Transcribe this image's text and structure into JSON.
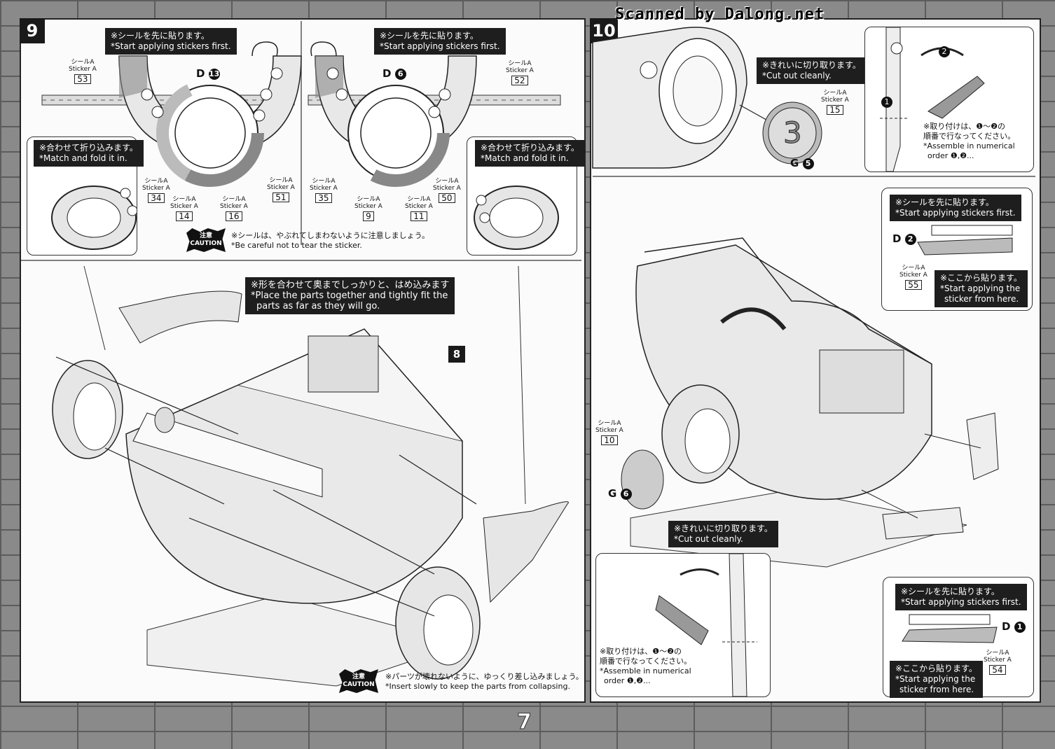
{
  "banner": "Scanned by Dalong.net",
  "page_number": "7",
  "step9": {
    "number": "9",
    "left_callout": {
      "jp": "※シールを先に貼ります。",
      "en": "*Start applying stickers first."
    },
    "right_callout": {
      "jp": "※シールを先に貼ります。",
      "en": "*Start applying stickers first."
    },
    "left_part": "D",
    "left_part_num": "13",
    "right_part": "D",
    "right_part_num": "6",
    "sticker_jp": "シールA",
    "sticker_en": "Sticker A",
    "stickers_left": [
      "53",
      "34",
      "14",
      "16",
      "51"
    ],
    "stickers_right": [
      "52",
      "35",
      "9",
      "11",
      "50"
    ],
    "fold_left": {
      "jp": "※合わせて折り込みます。",
      "en": "*Match and fold it in."
    },
    "fold_right": {
      "jp": "※合わせて折り込みます。",
      "en": "*Match and fold it in."
    },
    "caution_jp": "注意",
    "caution_en": "CAUTION",
    "caution1": {
      "jp": "※シールは、やぶれてしまわないように注意しましょう。",
      "en": "*Be careful not to tear the sticker."
    },
    "fit_callout": {
      "jp": "※形を合わせて奥までしっかりと、はめ込みます",
      "en1": "*Place the parts together and tightly fit the",
      "en2": "parts as far as they will go."
    },
    "sub_step": "8",
    "caution2": {
      "jp": "※パーツが壊れないように、ゆっくり差し込みましょう。",
      "en": "*Insert slowly to keep the parts from collapsing."
    }
  },
  "step10": {
    "number": "10",
    "cut1": {
      "jp": "※きれいに切り取ります。",
      "en": "*Cut out cleanly."
    },
    "sticker15": "15",
    "g_part": "G",
    "g_num": "5",
    "assemble1": {
      "jp1": "※取り付けは、❶～❷の",
      "jp2": "順番で行なってください。",
      "en1": "*Assemble in numerical",
      "en2": "order ❶,❷..."
    },
    "callout_d2": {
      "jp": "※シールを先に貼ります。",
      "en": "*Start applying stickers first."
    },
    "d2_part": "D",
    "d2_num": "2",
    "sticker55": "55",
    "start_here1": {
      "jp": "※ここから貼ります。",
      "en1": "*Start applying the",
      "en2": "sticker from here."
    },
    "sticker10": "10",
    "g6_part": "G",
    "g6_num": "6",
    "cut2": {
      "jp": "※きれいに切り取ります。",
      "en": "*Cut out cleanly."
    },
    "assemble2": {
      "jp1": "※取り付けは、❶～❷の",
      "jp2": "順番で行なってください。",
      "en1": "*Assemble in numerical",
      "en2": "order ❶,❷..."
    },
    "callout_d1": {
      "jp": "※シールを先に貼ります。",
      "en": "*Start applying stickers first."
    },
    "d1_part": "D",
    "d1_num": "1",
    "sticker54": "54",
    "start_here2": {
      "jp": "※ここから貼ります。",
      "en1": "*Start applying the",
      "en2": "sticker from here."
    },
    "arrow_label_1": "1",
    "arrow_label_2": "2"
  }
}
